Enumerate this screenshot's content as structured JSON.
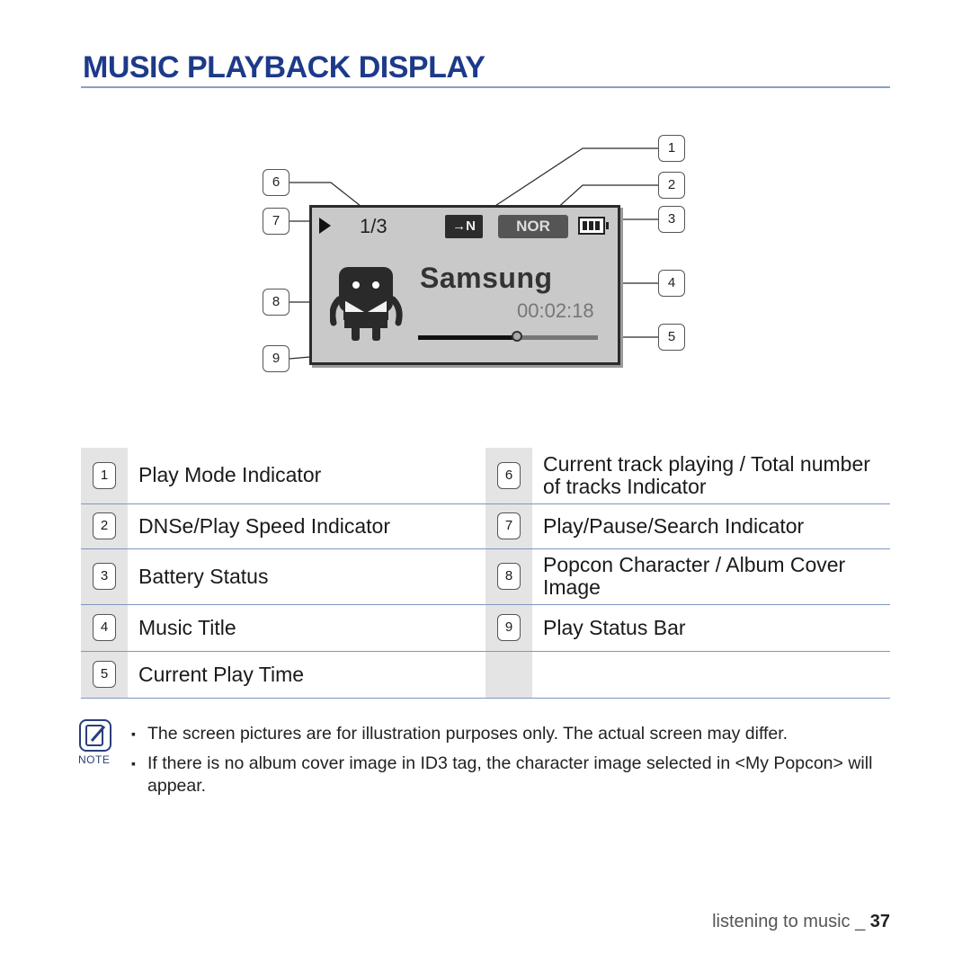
{
  "page": {
    "title": "MUSIC PLAYBACK DISPLAY"
  },
  "screen": {
    "track_count": "1/3",
    "play_mode": "→N",
    "dnse": "NOR",
    "music_title": "Samsung",
    "play_time": "00:02:18",
    "progress_fraction": 0.55
  },
  "callouts": [
    "1",
    "2",
    "3",
    "4",
    "5",
    "6",
    "7",
    "8",
    "9"
  ],
  "legend": {
    "rows": [
      {
        "left": {
          "num": "1",
          "label": "Play Mode Indicator"
        },
        "right": {
          "num": "6",
          "label": "Current track playing / Total number of tracks Indicator"
        }
      },
      {
        "left": {
          "num": "2",
          "label": "DNSe/Play Speed Indicator"
        },
        "right": {
          "num": "7",
          "label": "Play/Pause/Search Indicator"
        }
      },
      {
        "left": {
          "num": "3",
          "label": "Battery Status"
        },
        "right": {
          "num": "8",
          "label": "Popcon Character / Album Cover Image"
        }
      },
      {
        "left": {
          "num": "4",
          "label": "Music Title"
        },
        "right": {
          "num": "9",
          "label": "Play Status Bar"
        }
      },
      {
        "left": {
          "num": "5",
          "label": "Current Play Time"
        },
        "right": {
          "num": "",
          "label": ""
        }
      }
    ]
  },
  "note": {
    "label": "NOTE",
    "items": [
      "The screen pictures are for illustration purposes only. The actual screen may differ.",
      "If there is no album cover image in ID3 tag, the character image selected in <My Popcon> will appear."
    ]
  },
  "footer": {
    "section": "listening to music _ ",
    "page_number": "37"
  },
  "colors": {
    "title": "#1d3a8a",
    "rule": "#8aa0c8",
    "screen_bg": "#c9c9c9"
  },
  "icons": {
    "play": "play-icon",
    "battery": "battery-icon",
    "note": "note-pencil-icon",
    "character": "popcon-character-icon"
  }
}
